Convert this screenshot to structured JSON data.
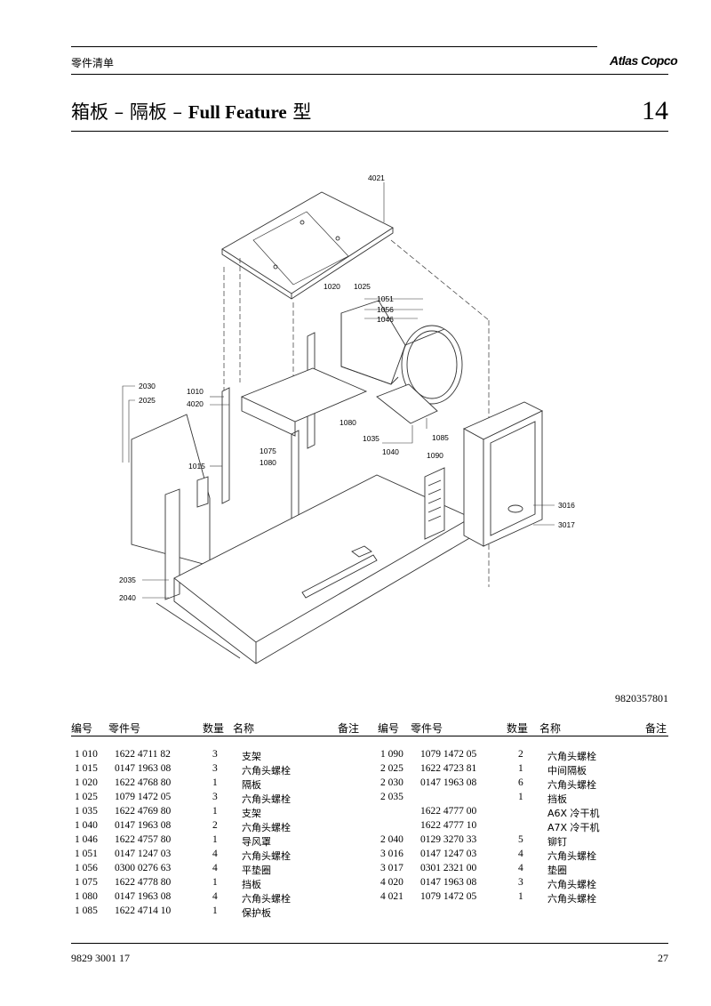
{
  "header": {
    "label": "零件清单",
    "logo": "Atlas Copco"
  },
  "title": {
    "cn_a": "箱板 – 隔板 –",
    "en": "Full Feature",
    "cn_b": "型"
  },
  "page_big": "14",
  "drawing": {
    "number": "9820357801",
    "callouts": [
      "4021",
      "1020",
      "1025",
      "1051",
      "1056",
      "1046",
      "2030",
      "2025",
      "1010",
      "4020",
      "1080",
      "1075",
      "1080",
      "1035",
      "1085",
      "1040",
      "1090",
      "1015",
      "3016",
      "3017",
      "2035",
      "2040"
    ]
  },
  "columns": {
    "no": "编号",
    "part": "零件号",
    "qty": "数量",
    "name": "名称",
    "note": "备注"
  },
  "left_rows": [
    {
      "no": "1 010",
      "part": "1622 4711 82",
      "qty": "3",
      "name": "支架"
    },
    {
      "no": "1 015",
      "part": "0147 1963 08",
      "qty": "3",
      "name": "六角头螺栓"
    },
    {
      "no": "1 020",
      "part": "1622 4768 80",
      "qty": "1",
      "name": "隔板"
    },
    {
      "no": "1 025",
      "part": "1079 1472 05",
      "qty": "3",
      "name": "六角头螺栓"
    },
    {
      "no": "1 035",
      "part": "1622 4769 80",
      "qty": "1",
      "name": "支架"
    },
    {
      "no": "1 040",
      "part": "0147 1963 08",
      "qty": "2",
      "name": "六角头螺栓"
    },
    {
      "no": "1 046",
      "part": "1622 4757 80",
      "qty": "1",
      "name": "导风罩"
    },
    {
      "no": "1 051",
      "part": "0147 1247 03",
      "qty": "4",
      "name": "六角头螺栓"
    },
    {
      "no": "1 056",
      "part": "0300 0276 63",
      "qty": "4",
      "name": "平垫圈"
    },
    {
      "no": "1 075",
      "part": "1622 4778 80",
      "qty": "1",
      "name": "挡板"
    },
    {
      "no": "1 080",
      "part": "0147 1963 08",
      "qty": "4",
      "name": "六角头螺栓"
    },
    {
      "no": "1 085",
      "part": "1622 4714 10",
      "qty": "1",
      "name": "保护板"
    }
  ],
  "right_rows": [
    {
      "no": "1 090",
      "part": "1079 1472 05",
      "qty": "2",
      "name": "六角头螺栓"
    },
    {
      "no": "2 025",
      "part": "1622 4723 81",
      "qty": "1",
      "name": "中间隔板"
    },
    {
      "no": "2 030",
      "part": "0147 1963 08",
      "qty": "6",
      "name": "六角头螺栓"
    },
    {
      "no": "2 035",
      "part": "",
      "qty": "1",
      "name": "挡板"
    },
    {
      "no": "",
      "part": "1622 4777 00",
      "qty": "",
      "name": "A6X 冷干机"
    },
    {
      "no": "",
      "part": "1622 4777 10",
      "qty": "",
      "name": "A7X 冷干机"
    },
    {
      "no": "2 040",
      "part": "0129 3270 33",
      "qty": "5",
      "name": "铆钉"
    },
    {
      "no": "3 016",
      "part": "0147 1247 03",
      "qty": "4",
      "name": "六角头螺栓"
    },
    {
      "no": "3 017",
      "part": "0301 2321 00",
      "qty": "4",
      "name": "垫圈"
    },
    {
      "no": "4 020",
      "part": "0147 1963 08",
      "qty": "3",
      "name": "六角头螺栓"
    },
    {
      "no": "4 021",
      "part": "1079 1472 05",
      "qty": "1",
      "name": "六角头螺栓"
    }
  ],
  "footer": {
    "doc": "9829 3001 17",
    "page": "27"
  }
}
